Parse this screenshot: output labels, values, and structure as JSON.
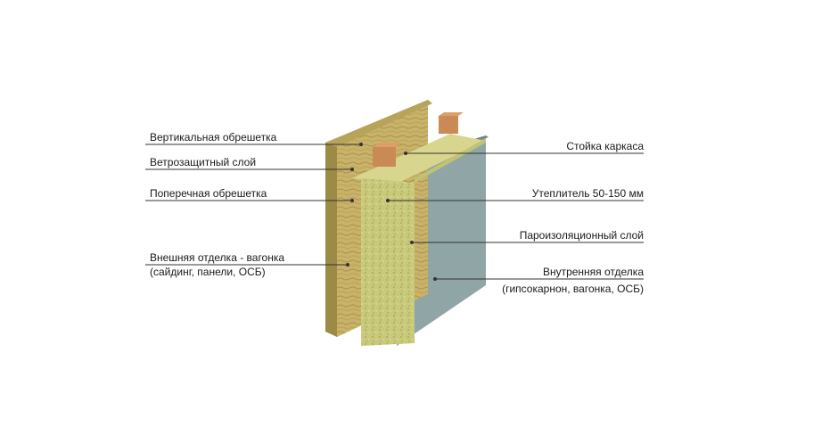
{
  "labels_left": [
    {
      "id": "vertical-lathing",
      "text": "Вертикальная обрешетка"
    },
    {
      "id": "windproof-layer",
      "text": "Ветрозащитный слой"
    },
    {
      "id": "cross-lathing",
      "text": "Поперечная обрешетка"
    },
    {
      "id": "exterior-finish",
      "text": "Внешняя отделка - вагонка",
      "text2": "(сайдинг, панели, ОСБ)"
    }
  ],
  "labels_right": [
    {
      "id": "frame-post",
      "text": "Стойка каркаса"
    },
    {
      "id": "insulation",
      "text": "Утеплитель  50-150 мм"
    },
    {
      "id": "vapor-barrier",
      "text": "Пароизоляционный слой"
    },
    {
      "id": "interior-finish",
      "text": "Внутренняя отделка",
      "text2": "(гипсокарнон, вагонка, ОСБ)"
    }
  ],
  "colors": {
    "wood": "#c9b36a",
    "wood_dark": "#9d8a45",
    "insulation": "#c8c97a",
    "insulation_top": "#d8d68e",
    "membrane": "#8fa5a6",
    "membrane_dark": "#6f8586",
    "post": "#c98a55",
    "line": "#333333"
  }
}
